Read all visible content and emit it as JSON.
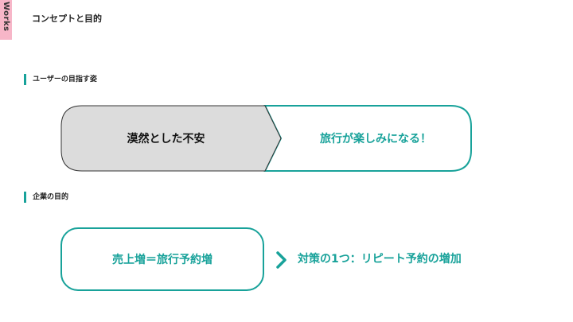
{
  "side_tab": {
    "label": "Works"
  },
  "header": {
    "title": "コンセプトと目的"
  },
  "sections": [
    {
      "label": "ユーザーの目指す姿",
      "before": "漠然とした不安",
      "after": "旅行が楽しみになる！"
    },
    {
      "label": "企業の目的",
      "goal": "売上増＝旅行予約増",
      "measure": "対策の1つ：リピート予約の増加"
    }
  ],
  "colors": {
    "accent": "#18a29a",
    "side_tab": "#f7b6c8",
    "before_fill": "#dcdcdc"
  }
}
